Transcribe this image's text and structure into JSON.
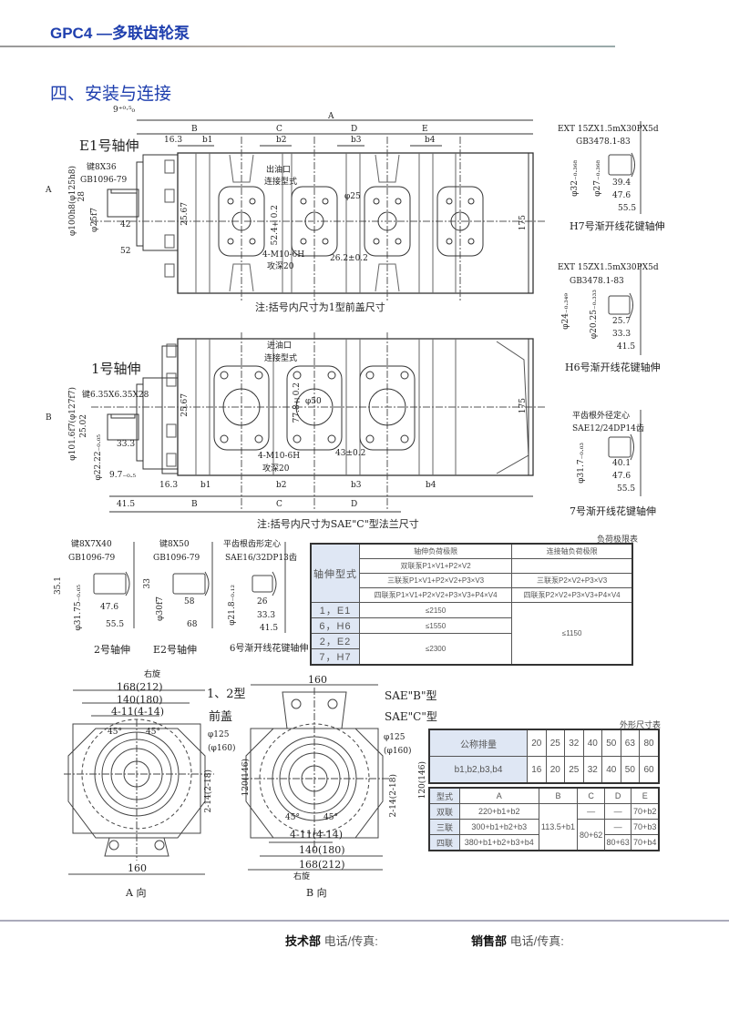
{
  "header": {
    "title": "GPC4 —多联齿轮泵"
  },
  "section": {
    "title": "四、安装与连接"
  },
  "drawing_e1": {
    "tol_9": "9⁺⁰·⁵₀",
    "A": "A",
    "B": "B",
    "C": "C",
    "D": "D",
    "E": "E",
    "d16_3": "16.3",
    "b1": "b1",
    "b2": "b2",
    "b3": "b3",
    "b4": "b4",
    "title": "E1号轴伸",
    "key": "键8X36",
    "std": "GB1096-79",
    "dia_flange": "φ100h8(φ125h8)",
    "d28": "28",
    "dia_shaft": "φ25f7",
    "d42": "42",
    "d52": "52",
    "d25_67": "25.67",
    "port_label1": "出油口",
    "port_label2": "连接型式",
    "dia_port": "φ25",
    "d52_4": "52.4±0.2",
    "thread": "4-M10-6H",
    "depth": "攻深20",
    "d26_2": "26.2±0.2",
    "d175": "175",
    "view_a": "A",
    "note": "注:括号内尺寸为1型前盖尺寸"
  },
  "drawing_1": {
    "title": "1号轴伸",
    "key": "键6.35X6.35X28",
    "dia_flange": "φ101.6f7(φ127f7)",
    "d25_02": "25.02",
    "dia_shaft": "φ22.22₋₀.₀₅",
    "d33_3": "33.3",
    "d9_7": "9.7₋₀.₅",
    "view_b": "B",
    "d25_67": "25.67",
    "port_label1": "进油口",
    "port_label2": "连接型式",
    "dia_port": "φ50",
    "d77_8": "77.8±0.2",
    "thread": "4-M10-6H",
    "depth": "攻深20",
    "d43": "43±0.2",
    "d175": "175",
    "d16_3": "16.3",
    "b1": "b1",
    "b2": "b2",
    "b3": "b3",
    "b4": "b4",
    "d41_5": "41.5",
    "B": "B",
    "C": "C",
    "D": "D",
    "note": "注:括号内尺寸为SAE\"C\"型法兰尺寸"
  },
  "shaft_h7": {
    "spec": "EXT 15ZX1.5mX30PX5d",
    "std": "GB3478.1-83",
    "dia1": "φ32₋₀.₃₆₈",
    "dia2": "φ27₋₀.₃₆₈",
    "l1": "39.4",
    "l2": "47.6",
    "l3": "55.5",
    "title": "H7号渐开线花键轴伸"
  },
  "shaft_h6": {
    "spec": "EXT 15ZX1.5mX30PX5d",
    "std": "GB3478.1-83",
    "dia1": "φ24₋₀.₃₄₉",
    "dia2": "φ20.25₋₀.₃₃₃",
    "l1": "25.7",
    "l2": "33.3",
    "l3": "41.5",
    "title": "H6号渐开线花键轴伸"
  },
  "shaft_7": {
    "spec": "平齿根外径定心",
    "std": "SAE12/24DP14齿",
    "dia1": "φ31.7₋₀.₀₃",
    "l1": "40.1",
    "l2": "47.6",
    "l3": "55.5",
    "title": "7号渐开线花键轴伸"
  },
  "shaft_2": {
    "key": "键8X7X40",
    "std": "GB1096-79",
    "d35_1": "35.1",
    "dia": "φ31.75₋₀.₀₅",
    "l1": "47.6",
    "l2": "55.5",
    "title": "2号轴伸"
  },
  "shaft_e2": {
    "key": "键8X50",
    "std": "GB1096-79",
    "d33": "33",
    "dia": "φ30f7",
    "l1": "58",
    "l2": "68",
    "title": "E2号轴伸"
  },
  "shaft_6": {
    "spec": "平齿根齿形定心",
    "std": "SAE16/32DP13齿",
    "dia": "φ21.8₋₀.₁₂",
    "l1": "26",
    "l2": "33.3",
    "l3": "41.5",
    "title": "6号渐开线花键轴伸"
  },
  "view_a": {
    "rot": "右旋",
    "w168": "168(212)",
    "w140": "140(180)",
    "holes": "4-11(4-14)",
    "type1": "1、2型",
    "type2": "前盖",
    "ang1": "45°",
    "ang2": "45°",
    "dia": "φ125",
    "dia2": "(φ160)",
    "h120": "120(146)",
    "h2_14": "2-14(2-18)",
    "w160": "160",
    "title": "A 向"
  },
  "view_b": {
    "w160": "160",
    "saeb": "SAE\"B\"型",
    "saec": "SAE\"C\"型",
    "dia": "φ125",
    "dia2": "(φ160)",
    "h120": "120(146)",
    "h2_14": "2-14(2-18)",
    "ang1": "45°",
    "ang2": "45°",
    "holes": "4-11(4-14)",
    "w140": "140(180)",
    "w168": "168(212)",
    "rot": "右旋",
    "title": "B 向"
  },
  "load_table": {
    "caption": "负荷极限表",
    "row_header": "轴伸型式",
    "col1": "轴伸负荷极限",
    "col2": "连接轴负荷极限",
    "f_double": "双联泵P1×V1+P2×V2",
    "f_triple": "三联泵P1×V1+P2×V2+P3×V3",
    "c_triple": "三联泵P2×V2+P3×V3",
    "f_quad": "四联泵P1×V1+P2×V2+P3×V3+P4×V4",
    "c_quad": "四联泵P2×V2+P3×V3+P4×V4",
    "rows": [
      {
        "type": "1，E1",
        "limit": "≤2150"
      },
      {
        "type": "6，H6",
        "limit": "≤1550"
      },
      {
        "type": "2，E2",
        "limit": "≤2300"
      },
      {
        "type": "7，H7"
      }
    ],
    "conn_limit": "≤1150"
  },
  "dim_table": {
    "caption": "外形尺寸表",
    "disp_label": "公称排量",
    "disp": [
      "20",
      "25",
      "32",
      "40",
      "50",
      "63",
      "80"
    ],
    "b_label": "b1,b2,b3,b4",
    "b": [
      "16",
      "20",
      "25",
      "32",
      "40",
      "50",
      "60"
    ],
    "headers": [
      "型式",
      "A",
      "B",
      "C",
      "D",
      "E"
    ],
    "rows": [
      {
        "type": "双联",
        "A": "220+b1+b2",
        "B": "113.5+b1",
        "C": "—",
        "D": "—",
        "E": "70+b2"
      },
      {
        "type": "三联",
        "A": "300+b1+b2+b3",
        "C": "80+62",
        "D": "—",
        "E": "70+b3"
      },
      {
        "type": "四联",
        "A": "380+b1+b2+b3+b4",
        "D": "80+63",
        "E": "70+b4"
      }
    ]
  },
  "footer": {
    "tech_dept": "技术部",
    "tech_contact": "电话/传真:",
    "sales_dept": "销售部",
    "sales_contact": "电话/传真:"
  }
}
